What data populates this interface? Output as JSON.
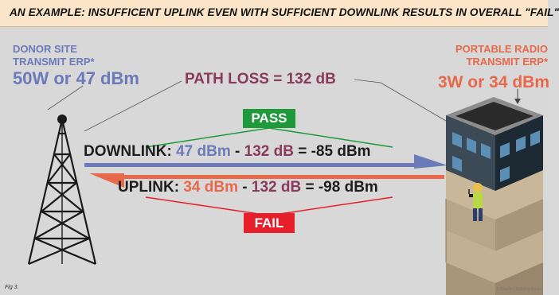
{
  "title": "AN EXAMPLE: INSUFFICENT UPLINK EVEN WITH SUFFICIENT DOWNLINK RESULTS IN OVERALL \"FAIL\"",
  "donor": {
    "line1": "DONOR SITE",
    "line2": "TRANSMIT ERP*",
    "power": "50W or 47 dBm"
  },
  "portable": {
    "line1": "PORTABLE RADIO",
    "line2": "TRANSMIT ERP*",
    "power": "3W or 34 dBm"
  },
  "path_loss": "PATH LOSS = 132 dB",
  "pass_label": "PASS",
  "fail_label": "FAIL",
  "downlink": {
    "label": "DOWNLINK:",
    "tx": "47 dBm",
    "minus": "-",
    "loss": "132 dB",
    "equals": "= -85 dBm"
  },
  "uplink": {
    "label": "UPLINK:",
    "tx": "34 dBm",
    "minus": "-",
    "loss": "132 dB",
    "equals": "= -98 dBm"
  },
  "caption": "Fig 3.",
  "credit": "© Bluefin / Building Radio",
  "colors": {
    "donor": "#6b7ab8",
    "portable": "#e8684a",
    "path_loss": "#8a3a5a",
    "pass": "#1f9a3b",
    "fail": "#e6202a",
    "title_bg": "#fae5c9"
  }
}
